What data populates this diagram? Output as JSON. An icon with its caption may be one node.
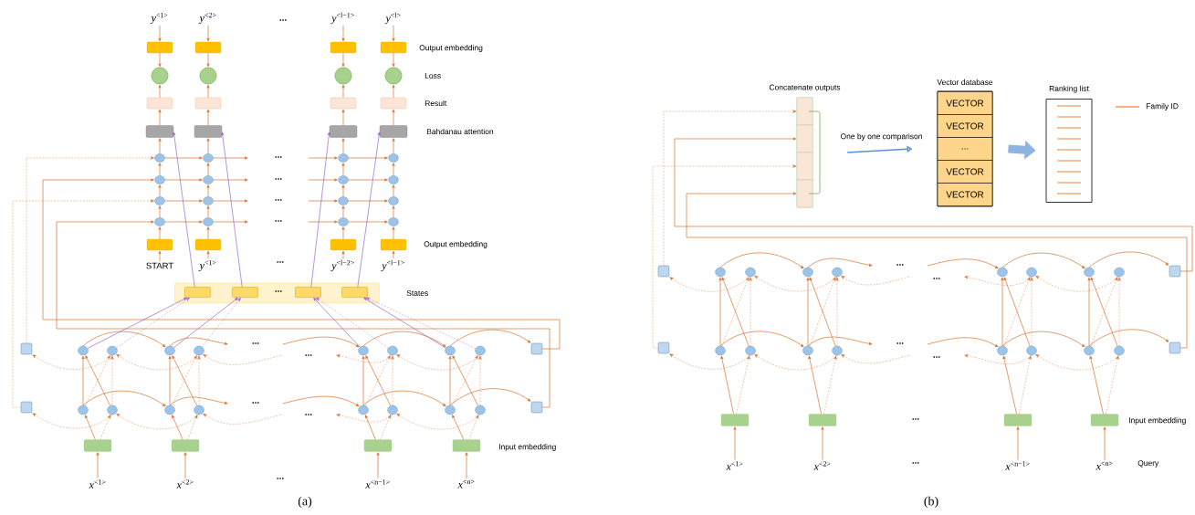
{
  "diagram": {
    "nodes": [
      {
        "text": [
          "*y*$^{<1>}$"
        ]
      },
      {
        "text": [
          "*y*$^{<2>}$"
        ]
      },
      {
        "text": [
          "*y*$^{<l−1>}$"
        ]
      },
      {
        "text": [
          "*y*$^{<l>}$"
        ]
      },
      {
        "text": [],
        "shape": "box"
      },
      {
        "text": [],
        "shape": "box"
      },
      {
        "text": [],
        "shape": "box"
      },
      {
        "text": [],
        "shape": "box"
      },
      {
        "text": [],
        "shape": "circle"
      },
      {
        "text": [],
        "shape": "circle"
      },
      {
        "text": [],
        "shape": "circle"
      },
      {
        "text": [],
        "shape": "circle"
      },
      {
        "text": [],
        "shape": "box"
      },
      {
        "text": [],
        "shape": "box"
      },
      {
        "text": [],
        "shape": "box"
      },
      {
        "text": [],
        "shape": "box"
      },
      {
        "text": [],
        "shape": "box"
      },
      {
        "text": [],
        "shape": "box"
      },
      {
        "text": [],
        "shape": "box"
      },
      {
        "text": [],
        "shape": "box"
      },
      {
        "text": [],
        "shape": "circle"
      },
      {
        "text": [],
        "shape": "circle"
      },
      {
        "text": [],
        "shape": "circle"
      },
      {
        "text": [],
        "shape": "circle"
      },
      {
        "text": [],
        "shape": "circle"
      },
      {
        "text": [],
        "shape": "circle"
      },
      {
        "text": [],
        "shape": "circle"
      },
      {
        "text": [],
        "shape": "circle"
      },
      {
        "text": [],
        "shape": "circle"
      },
      {
        "text": [],
        "shape": "circle"
      },
      {
        "text": [],
        "shape": "circle"
      },
      {
        "text": [],
        "shape": "circle"
      },
      {
        "text": [],
        "shape": "circle"
      },
      {
        "text": [],
        "shape": "circle"
      },
      {
        "text": [],
        "shape": "circle"
      },
      {
        "text": [],
        "shape": "circle"
      },
      {
        "text": [],
        "shape": "box"
      },
      {
        "text": [],
        "shape": "box"
      },
      {
        "text": [],
        "shape": "box"
      },
      {
        "text": [],
        "shape": "box"
      },
      {
        "text": [
          "START"
        ]
      },
      {
        "text": [
          "*y*$^{<1>}$"
        ]
      },
      {
        "text": [
          "*y*$^{<l−2>}$"
        ]
      },
      {
        "text": [
          "*y*$^{<l−1>}$"
        ]
      },
      {
        "text": [
          "States"
        ]
      },
      {
        "text": [],
        "shape": "box",
        "in": 44
      },
      {
        "text": [],
        "shape": "box",
        "in": 44
      },
      {
        "text": [],
        "shape": "box",
        "in": 44
      },
      {
        "text": [],
        "shape": "box",
        "in": 44
      },
      {
        "text": [],
        "shape": "box"
      },
      {
        "text": [],
        "shape": "circle"
      },
      {
        "text": [],
        "shape": "circle"
      },
      {
        "text": [],
        "shape": "circle"
      },
      {
        "text": [],
        "shape": "circle"
      },
      {
        "text": [],
        "shape": "circle"
      },
      {
        "text": [],
        "shape": "circle"
      },
      {
        "text": [],
        "shape": "circle"
      },
      {
        "text": [],
        "shape": "circle"
      },
      {
        "text": [],
        "shape": "box"
      },
      {
        "text": [],
        "shape": "box"
      },
      {
        "text": [],
        "shape": "circle"
      },
      {
        "text": [],
        "shape": "circle"
      },
      {
        "text": [],
        "shape": "circle"
      },
      {
        "text": [],
        "shape": "circle"
      },
      {
        "text": [],
        "shape": "circle"
      },
      {
        "text": [],
        "shape": "circle"
      },
      {
        "text": [],
        "shape": "circle"
      },
      {
        "text": [],
        "shape": "circle"
      },
      {
        "text": [],
        "shape": "box"
      },
      {
        "text": [],
        "shape": "box"
      },
      {
        "text": [],
        "shape": "box"
      },
      {
        "text": [],
        "shape": "box"
      },
      {
        "text": [],
        "shape": "box"
      },
      {
        "text": [
          "*x*$^{<1>}$"
        ]
      },
      {
        "text": [
          "*x*$^{<2>}$"
        ]
      },
      {
        "text": [
          "*x*$^{<n−1>}$"
        ]
      },
      {
        "text": [
          "*x*$^{<n>}$"
        ]
      },
      {
        "text": [
          "Concatenate outputs"
        ]
      },
      {
        "text": [],
        "shape": "box",
        "in": 77
      },
      {
        "text": [],
        "shape": "box",
        "in": 77
      },
      {
        "text": [],
        "shape": "box",
        "in": 77
      },
      {
        "text": [],
        "shape": "box",
        "in": 77
      },
      {
        "text": [
          "Vector database"
        ]
      },
      {
        "text": [
          "VECTOR"
        ],
        "in": 82
      },
      {
        "text": [
          "VECTOR"
        ],
        "in": 82
      },
      {
        "text": [
          "..."
        ],
        "in": 82
      },
      {
        "text": [
          "VECTOR"
        ],
        "in": 82
      },
      {
        "text": [
          "VECTOR"
        ],
        "in": 82
      },
      {
        "text": [
          "Ranking list"
        ]
      },
      {
        "text": [],
        "shape": "box"
      },
      {
        "text": [],
        "shape": "circle"
      },
      {
        "text": [],
        "shape": "circle"
      },
      {
        "text": [],
        "shape": "circle"
      },
      {
        "text": [],
        "shape": "circle"
      },
      {
        "text": [],
        "shape": "circle"
      },
      {
        "text": [],
        "shape": "circle"
      },
      {
        "text": [],
        "shape": "circle"
      },
      {
        "text": [],
        "shape": "circle"
      },
      {
        "text": [],
        "shape": "box"
      },
      {
        "text": [],
        "shape": "box"
      },
      {
        "text": [],
        "shape": "circle"
      },
      {
        "text": [],
        "shape": "circle"
      },
      {
        "text": [],
        "shape": "circle"
      },
      {
        "text": [],
        "shape": "circle"
      },
      {
        "text": [],
        "shape": "circle"
      },
      {
        "text": [],
        "shape": "circle"
      },
      {
        "text": [],
        "shape": "circle"
      },
      {
        "text": [],
        "shape": "circle"
      },
      {
        "text": [],
        "shape": "box"
      },
      {
        "text": [],
        "shape": "box"
      },
      {
        "text": [],
        "shape": "box"
      },
      {
        "text": [],
        "shape": "box"
      },
      {
        "text": [],
        "shape": "box"
      },
      {
        "text": [
          "*x*$^{<1>}$"
        ]
      },
      {
        "text": [
          "*x*$^{<2>}$"
        ]
      },
      {
        "text": [
          "*x*$^{<n−1>}$"
        ]
      },
      {
        "text": [
          "*x*$^{<n>}$"
        ]
      }
    ],
    "edges": [
      {
        "from": 0,
        "to": 4,
        "arrow": "to"
      },
      {
        "from": 1,
        "to": 5,
        "arrow": "to"
      },
      {
        "from": 2,
        "to": 6,
        "arrow": "to"
      },
      {
        "from": 3,
        "to": 7,
        "arrow": "to"
      },
      {
        "from": 4,
        "to": 8,
        "arrow": "to"
      },
      {
        "from": 5,
        "to": 9,
        "arrow": "to"
      },
      {
        "from": 6,
        "to": 10,
        "arrow": "to"
      },
      {
        "from": 7,
        "to": 11,
        "arrow": "to"
      },
      {
        "from": 12,
        "to": 8,
        "arrow": "to"
      },
      {
        "from": 13,
        "to": 9,
        "arrow": "to"
      },
      {
        "from": 14,
        "to": 10,
        "arrow": "to"
      },
      {
        "from": 15,
        "to": 11,
        "arrow": "to"
      },
      {
        "from": 16,
        "to": 12,
        "arrow": "to"
      },
      {
        "from": 17,
        "to": 13,
        "arrow": "to"
      },
      {
        "from": 18,
        "to": 14,
        "arrow": "to"
      },
      {
        "from": 19,
        "to": 15,
        "arrow": "to"
      },
      {
        "from": 20,
        "to": 16,
        "arrow": "to"
      },
      {
        "from": 21,
        "to": 17,
        "arrow": "to"
      },
      {
        "from": 22,
        "to": 18,
        "arrow": "to"
      },
      {
        "from": 23,
        "to": 19,
        "arrow": "to"
      },
      {
        "from": 24,
        "to": 20,
        "arrow": "to"
      },
      {
        "from": 25,
        "to": 21,
        "arrow": "to"
      },
      {
        "from": 26,
        "to": 22,
        "arrow": "to"
      },
      {
        "from": 27,
        "to": 23,
        "arrow": "to"
      },
      {
        "from": 28,
        "to": 24,
        "arrow": "to"
      },
      {
        "from": 29,
        "to": 25,
        "arrow": "to"
      },
      {
        "from": 30,
        "to": 26,
        "arrow": "to"
      },
      {
        "from": 31,
        "to": 27,
        "arrow": "to"
      },
      {
        "from": 32,
        "to": 28,
        "arrow": "to"
      },
      {
        "from": 33,
        "to": 29,
        "arrow": "to"
      },
      {
        "from": 34,
        "to": 30,
        "arrow": "to"
      },
      {
        "from": 35,
        "to": 31,
        "arrow": "to"
      },
      {
        "from": 36,
        "to": 32,
        "arrow": "to"
      },
      {
        "from": 37,
        "to": 33,
        "arrow": "to"
      },
      {
        "from": 38,
        "to": 34,
        "arrow": "to"
      },
      {
        "from": 39,
        "to": 35,
        "arrow": "to"
      },
      {
        "from": 40,
        "to": 36,
        "arrow": "to"
      },
      {
        "from": 41,
        "to": 37,
        "arrow": "to"
      },
      {
        "from": 42,
        "to": 38,
        "arrow": "to"
      },
      {
        "from": 43,
        "to": 39,
        "arrow": "to"
      },
      {
        "from": 20,
        "to": 21,
        "arrow": "to"
      },
      {
        "from": 21,
        "to": null,
        "arrow": "to"
      },
      {
        "from": null,
        "to": 22,
        "arrow": "to"
      },
      {
        "from": 22,
        "to": 23,
        "arrow": "to"
      },
      {
        "from": 24,
        "to": 25,
        "arrow": "to"
      },
      {
        "from": 25,
        "to": null,
        "arrow": "to"
      },
      {
        "from": null,
        "to": 26,
        "arrow": "to"
      },
      {
        "from": 26,
        "to": 27,
        "arrow": "to"
      },
      {
        "from": 28,
        "to": 29,
        "arrow": "to"
      },
      {
        "from": 29,
        "to": null,
        "arrow": "to"
      },
      {
        "from": null,
        "to": 30,
        "arrow": "to"
      },
      {
        "from": 30,
        "to": 31,
        "arrow": "to"
      },
      {
        "from": 32,
        "to": 33,
        "arrow": "to"
      },
      {
        "from": 33,
        "to": null,
        "arrow": "to"
      },
      {
        "from": null,
        "to": 34,
        "arrow": "to"
      },
      {
        "from": 34,
        "to": 35,
        "arrow": "to"
      },
      {
        "from": 49,
        "to": 20,
        "arrow": "to",
        "style": "dashed"
      },
      {
        "from": 58,
        "to": 24,
        "arrow": "to"
      },
      {
        "from": 59,
        "to": 28,
        "arrow": "to",
        "style": "dashed"
      },
      {
        "from": 68,
        "to": 32,
        "arrow": "to"
      },
      {
        "from": 45,
        "to": 16,
        "arrow": "to",
        "color": "#9966cc"
      },
      {
        "from": 46,
        "to": 17,
        "arrow": "to",
        "color": "#9966cc"
      },
      {
        "from": 47,
        "to": 18,
        "arrow": "to",
        "color": "#9966cc"
      },
      {
        "from": 48,
        "to": 19,
        "arrow": "to",
        "color": "#9966cc"
      },
      {
        "from": 50,
        "to": 45,
        "arrow": "to",
        "color": "#9966cc"
      },
      {
        "from": 51,
        "to": 45,
        "arrow": "to",
        "style": "dashed",
        "color": "#9966cc"
      },
      {
        "from": 52,
        "to": 46,
        "arrow": "to",
        "color": "#9966cc"
      },
      {
        "from": 53,
        "to": 46,
        "arrow": "to",
        "style": "dashed",
        "color": "#9966cc"
      },
      {
        "from": 54,
        "to": 47,
        "arrow": "to",
        "color": "#9966cc"
      },
      {
        "from": 55,
        "to": 47,
        "arrow": "to",
        "style": "dashed",
        "color": "#9966cc"
      },
      {
        "from": 56,
        "to": 48,
        "arrow": "to",
        "color": "#9966cc"
      },
      {
        "from": 57,
        "to": 48,
        "arrow": "to",
        "style": "dashed",
        "color": "#9966cc"
      },
      {
        "from": 50,
        "to": 52,
        "arrow": "to"
      },
      {
        "from": 52,
        "to": null,
        "arrow": "to"
      },
      {
        "from": null,
        "to": 54,
        "arrow": "to"
      },
      {
        "from": 54,
        "to": 56,
        "arrow": "to"
      },
      {
        "from": 56,
        "to": 58,
        "arrow": "to"
      },
      {
        "from": 57,
        "to": 55,
        "arrow": "to",
        "style": "dashed"
      },
      {
        "from": 55,
        "to": null,
        "arrow": "to",
        "style": "dashed"
      },
      {
        "from": null,
        "to": 53,
        "arrow": "to",
        "style": "dashed"
      },
      {
        "from": 53,
        "to": 51,
        "arrow": "to",
        "style": "dashed"
      },
      {
        "from": 51,
        "to": 49,
        "arrow": "to",
        "style": "dashed"
      },
      {
        "from": 60,
        "to": 62,
        "arrow": "to"
      },
      {
        "from": 62,
        "to": null,
        "arrow": "to"
      },
      {
        "from": null,
        "to": 64,
        "arrow": "to"
      },
      {
        "from": 64,
        "to": 66,
        "arrow": "to"
      },
      {
        "from": 66,
        "to": 68,
        "arrow": "to"
      },
      {
        "from": 67,
        "to": 65,
        "arrow": "to",
        "style": "dashed"
      },
      {
        "from": 65,
        "to": null,
        "arrow": "to",
        "style": "dashed"
      },
      {
        "from": null,
        "to": 63,
        "arrow": "to",
        "style": "dashed"
      },
      {
        "from": 63,
        "to": 61,
        "arrow": "to",
        "style": "dashed"
      },
      {
        "from": 61,
        "to": 59,
        "arrow": "to",
        "style": "dashed"
      },
      {
        "from": 60,
        "to": 50,
        "arrow": "to"
      },
      {
        "from": 61,
        "to": 50,
        "arrow": "to"
      },
      {
        "from": 60,
        "to": 51,
        "arrow": "to",
        "style": "dashed"
      },
      {
        "from": 61,
        "to": 51,
        "arrow": "to",
        "style": "dashed"
      },
      {
        "from": 62,
        "to": 52,
        "arrow": "to"
      },
      {
        "from": 63,
        "to": 52,
        "arrow": "to"
      },
      {
        "from": 62,
        "to": 53,
        "arrow": "to",
        "style": "dashed"
      },
      {
        "from": 63,
        "to": 53,
        "arrow": "to",
        "style": "dashed"
      },
      {
        "from": 64,
        "to": 54,
        "arrow": "to"
      },
      {
        "from": 65,
        "to": 54,
        "arrow": "to"
      },
      {
        "from": 64,
        "to": 55,
        "arrow": "to",
        "style": "dashed"
      },
      {
        "from": 65,
        "to": 55,
        "arrow": "to",
        "style": "dashed"
      },
      {
        "from": 66,
        "to": 56,
        "arrow": "to"
      },
      {
        "from": 67,
        "to": 56,
        "arrow": "to"
      },
      {
        "from": 66,
        "to": 57,
        "arrow": "to",
        "style": "dashed"
      },
      {
        "from": 67,
        "to": 57,
        "arrow": "to",
        "style": "dashed"
      },
      {
        "from": 69,
        "to": 60,
        "arrow": "to"
      },
      {
        "from": 69,
        "to": 61,
        "arrow": "to",
        "style": "dashed"
      },
      {
        "from": 70,
        "to": 62,
        "arrow": "to"
      },
      {
        "from": 70,
        "to": 63,
        "arrow": "to",
        "style": "dashed"
      },
      {
        "from": 71,
        "to": 64,
        "arrow": "to"
      },
      {
        "from": 71,
        "to": 65,
        "arrow": "to",
        "style": "dashed"
      },
      {
        "from": 72,
        "to": 66,
        "arrow": "to"
      },
      {
        "from": 72,
        "to": 67,
        "arrow": "to",
        "style": "dashed"
      },
      {
        "from": 73,
        "to": 69,
        "arrow": "to"
      },
      {
        "from": 74,
        "to": 70,
        "arrow": "to"
      },
      {
        "from": 75,
        "to": 71,
        "arrow": "to"
      },
      {
        "from": 76,
        "to": 72,
        "arrow": "to"
      },
      {
        "from": 89,
        "to": 78,
        "arrow": "to",
        "style": "dashed"
      },
      {
        "from": 98,
        "to": 79,
        "arrow": "to"
      },
      {
        "from": 99,
        "to": 80,
        "arrow": "to",
        "style": "dashed"
      },
      {
        "from": 108,
        "to": 81,
        "arrow": "to"
      },
      {
        "from": 77,
        "to": 82,
        "arrow": "to",
        "label": "One by one comparison",
        "color": "#5b8fd0"
      },
      {
        "from": 82,
        "to": 88,
        "arrow": "to",
        "style": "thick",
        "color": "#8db4e2"
      },
      {
        "from": 90,
        "to": 92,
        "arrow": "to"
      },
      {
        "from": 92,
        "to": null,
        "arrow": "to"
      },
      {
        "from": null,
        "to": 94,
        "arrow": "to"
      },
      {
        "from": 94,
        "to": 96,
        "arrow": "to"
      },
      {
        "from": 96,
        "to": 98,
        "arrow": "to"
      },
      {
        "from": 97,
        "to": 95,
        "arrow": "to",
        "style": "dashed"
      },
      {
        "from": 95,
        "to": null,
        "arrow": "to",
        "style": "dashed"
      },
      {
        "from": null,
        "to": 93,
        "arrow": "to",
        "style": "dashed"
      },
      {
        "from": 93,
        "to": 91,
        "arrow": "to",
        "style": "dashed"
      },
      {
        "from": 91,
        "to": 89,
        "arrow": "to",
        "style": "dashed"
      },
      {
        "from": 100,
        "to": 102,
        "arrow": "to"
      },
      {
        "from": 102,
        "to": null,
        "arrow": "to"
      },
      {
        "from": null,
        "to": 104,
        "arrow": "to"
      },
      {
        "from": 104,
        "to": 106,
        "arrow": "to"
      },
      {
        "from": 106,
        "to": 108,
        "arrow": "to"
      },
      {
        "from": 107,
        "to": 105,
        "arrow": "to",
        "style": "dashed"
      },
      {
        "from": 105,
        "to": null,
        "arrow": "to",
        "style": "dashed"
      },
      {
        "from": null,
        "to": 103,
        "arrow": "to",
        "style": "dashed"
      },
      {
        "from": 103,
        "to": 101,
        "arrow": "to",
        "style": "dashed"
      },
      {
        "from": 101,
        "to": 99,
        "arrow": "to",
        "style": "dashed"
      },
      {
        "from": 100,
        "to": 90,
        "arrow": "to"
      },
      {
        "from": 101,
        "to": 90,
        "arrow": "to"
      },
      {
        "from": 100,
        "to": 91,
        "arrow": "to",
        "style": "dashed"
      },
      {
        "from": 101,
        "to": 91,
        "arrow": "to",
        "style": "dashed"
      },
      {
        "from": 102,
        "to": 92,
        "arrow": "to"
      },
      {
        "from": 103,
        "to": 92,
        "arrow": "to"
      },
      {
        "from": 102,
        "to": 93,
        "arrow": "to",
        "style": "dashed"
      },
      {
        "from": 103,
        "to": 93,
        "arrow": "to",
        "style": "dashed"
      },
      {
        "from": 104,
        "to": 94,
        "arrow": "to"
      },
      {
        "from": 105,
        "to": 94,
        "arrow": "to"
      },
      {
        "from": 104,
        "to": 95,
        "arrow": "to",
        "style": "dashed"
      },
      {
        "from": 105,
        "to": 95,
        "arrow": "to",
        "style": "dashed"
      },
      {
        "from": 106,
        "to": 96,
        "arrow": "to"
      },
      {
        "from": 107,
        "to": 96,
        "arrow": "to"
      },
      {
        "from": 106,
        "to": 97,
        "arrow": "to",
        "style": "dashed"
      },
      {
        "from": 107,
        "to": 97,
        "arrow": "to",
        "style": "dashed"
      },
      {
        "from": 109,
        "to": 100,
        "arrow": "to"
      },
      {
        "from": 109,
        "to": 101,
        "arrow": "to",
        "style": "dashed"
      },
      {
        "from": 110,
        "to": 102,
        "arrow": "to"
      },
      {
        "from": 110,
        "to": 103,
        "arrow": "to",
        "style": "dashed"
      },
      {
        "from": 111,
        "to": 104,
        "arrow": "to"
      },
      {
        "from": 111,
        "to": 105,
        "arrow": "to",
        "style": "dashed"
      },
      {
        "from": 112,
        "to": 106,
        "arrow": "to"
      },
      {
        "from": 112,
        "to": 107,
        "arrow": "to",
        "style": "dashed"
      },
      {
        "from": 113,
        "to": 109,
        "arrow": "to"
      },
      {
        "from": 114,
        "to": 110,
        "arrow": "to"
      },
      {
        "from": 115,
        "to": 111,
        "arrow": "to"
      },
      {
        "from": 116,
        "to": 112,
        "arrow": "to"
      }
    ],
    "labels": [
      "...",
      "Output embedding",
      "Loss",
      "Result",
      "Bahdanau attention",
      "...",
      "...",
      "...",
      "...",
      "Output embedding",
      "...",
      "...",
      "...",
      "...",
      "...",
      "...",
      "Input embedding",
      "...",
      "(a)",
      "...",
      "...",
      "...",
      "...",
      "...",
      "Input embedding",
      "...",
      "Query",
      "(b)"
    ],
    "legend": [
      {
        "text": "Family ID"
      }
    ]
  }
}
